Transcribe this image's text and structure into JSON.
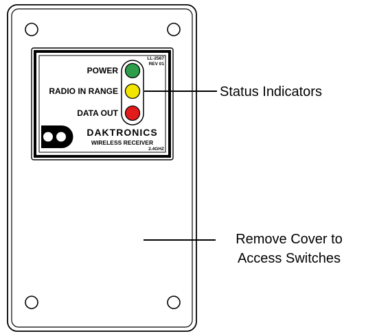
{
  "colors": {
    "led_power": "#2e9e4a",
    "led_radio": "#f2e600",
    "led_data": "#e31b1b",
    "ink": "#000000",
    "paper": "#ffffff"
  },
  "faceplate": {
    "part_number": "LL-2567",
    "revision": "REV 01",
    "indicators": [
      {
        "label": "POWER",
        "color_key": "led_power"
      },
      {
        "label": "RADIO IN RANGE",
        "color_key": "led_radio"
      },
      {
        "label": "DATA OUT",
        "color_key": "led_data"
      }
    ],
    "brand": "DAKTRONICS",
    "product": "WIRELESS RECEIVER",
    "frequency": "2.4GHZ",
    "logo_icon": "daktronics-logo-icon"
  },
  "callouts": {
    "status": "Status Indicators",
    "switches_line1": "Remove Cover to",
    "switches_line2": "Access Switches"
  }
}
